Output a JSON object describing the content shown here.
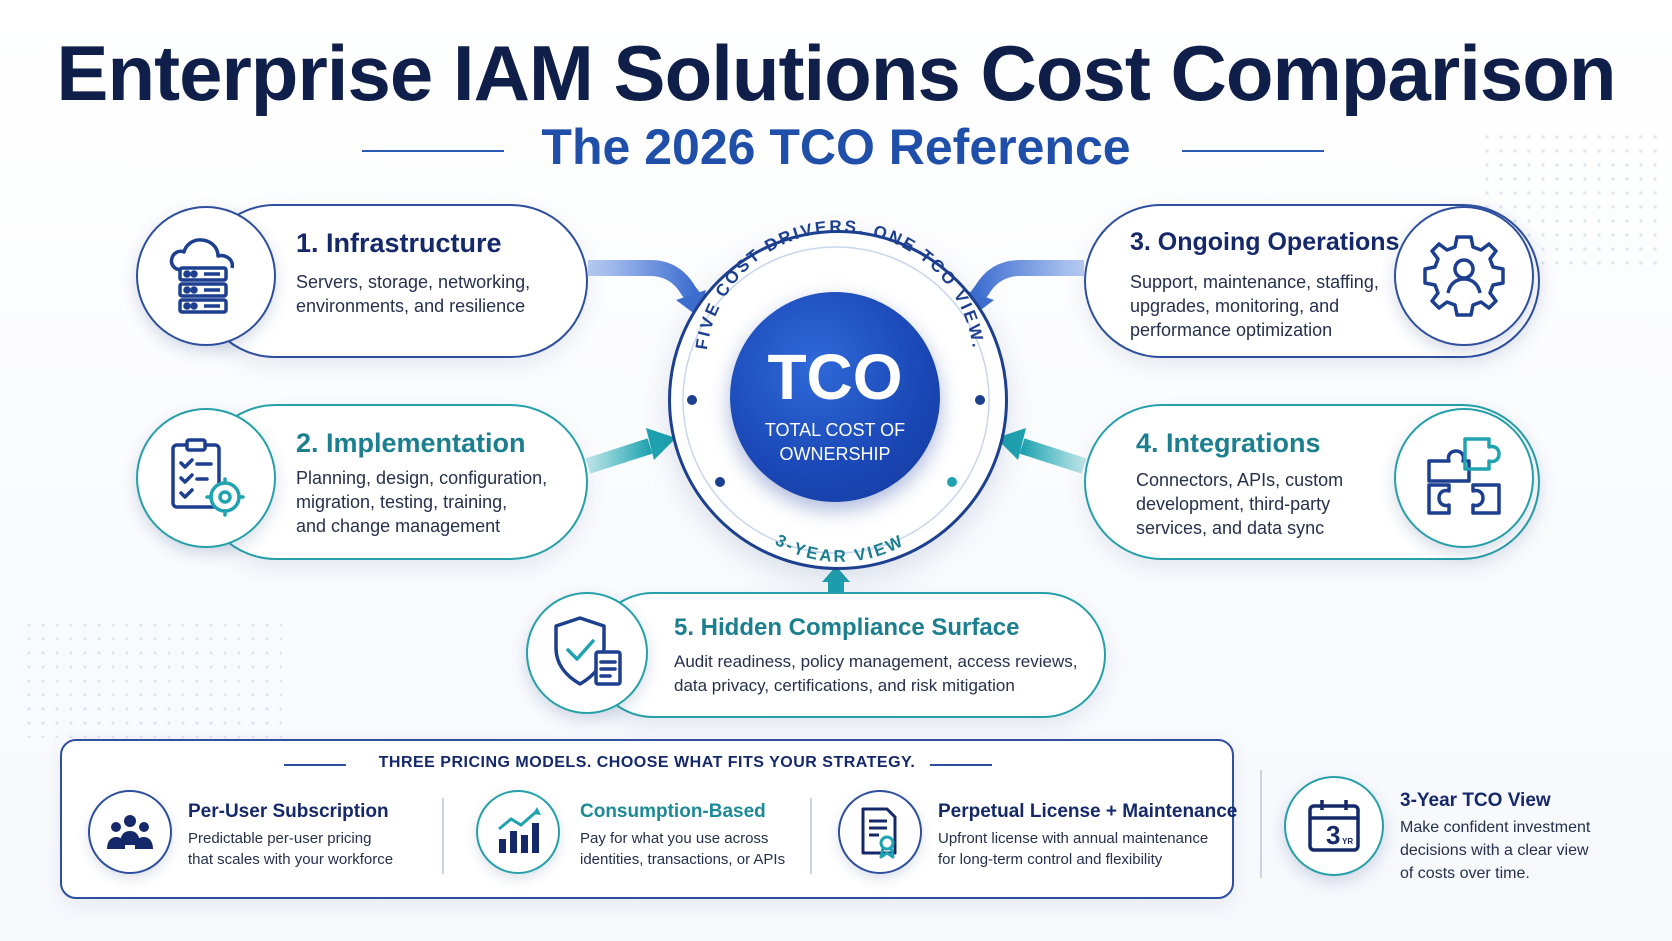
{
  "header": {
    "title": "Enterprise IAM Solutions Cost Comparison",
    "subtitle": "The 2026 TCO Reference"
  },
  "hub": {
    "label": "TCO",
    "sublabel_1": "TOTAL COST OF",
    "sublabel_2": "OWNERSHIP",
    "ring_top_text": "FIVE COST DRIVERS. ONE TCO VIEW.",
    "ring_bottom_text": "3-YEAR VIEW"
  },
  "drivers": [
    {
      "title": "1. Infrastructure",
      "desc": [
        "Servers, storage, networking,",
        "environments, and resilience"
      ],
      "icon": "server-cloud-icon"
    },
    {
      "title": "2. Implementation",
      "desc": [
        "Planning, design, configuration,",
        "migration, testing, training,",
        "and change management"
      ],
      "icon": "checklist-gear-icon"
    },
    {
      "title": "3. Ongoing Operations",
      "desc": [
        "Support, maintenance, staffing,",
        "upgrades, monitoring, and",
        "performance optimization"
      ],
      "icon": "gear-user-icon"
    },
    {
      "title": "4. Integrations",
      "desc": [
        "Connectors, APIs, custom",
        "development, third-party",
        "services, and data sync"
      ],
      "icon": "puzzle-icon"
    },
    {
      "title": "5. Hidden Compliance Surface",
      "desc": [
        "Audit readiness, policy management, access reviews,",
        "data privacy, certifications, and risk mitigation"
      ],
      "icon": "shield-check-icon"
    }
  ],
  "pricing": {
    "heading": "THREE PRICING MODELS. CHOOSE WHAT FITS YOUR STRATEGY.",
    "models": [
      {
        "title": "Per-User Subscription",
        "desc": [
          "Predictable per-user pricing",
          "that scales with your workforce"
        ],
        "icon": "users-icon"
      },
      {
        "title": "Consumption-Based",
        "desc": [
          "Pay for what you use across",
          "identities, transactions, or APIs"
        ],
        "icon": "bar-chart-icon"
      },
      {
        "title": "Perpetual License + Maintenance",
        "desc": [
          "Upfront license with annual maintenance",
          "for long-term control and flexibility"
        ],
        "icon": "certificate-icon"
      }
    ]
  },
  "three_year": {
    "title": "3-Year TCO View",
    "desc": [
      "Make confident investment",
      "decisions with a clear view",
      "of costs over time."
    ],
    "calendar_number": "3",
    "calendar_unit": "YR"
  },
  "colors": {
    "navy": "#14286a",
    "blue": "#1f4fa8",
    "teal": "#26a0a8"
  }
}
